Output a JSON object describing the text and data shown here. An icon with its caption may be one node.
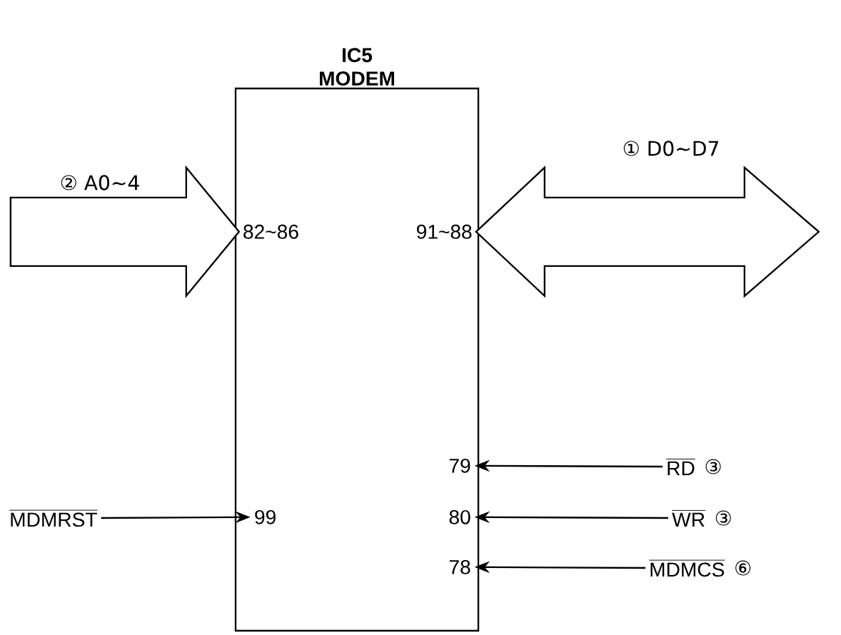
{
  "diagram": {
    "nodes": [
      {
        "text": [
          "IC5 MODEM"
        ]
      },
      {
        "text": [
          "82~86"
        ],
        "in": 0
      },
      {
        "text": [
          "91~88"
        ],
        "in": 0
      },
      {
        "text": [
          "79"
        ],
        "in": 0
      },
      {
        "text": [
          "99"
        ],
        "in": 0
      },
      {
        "text": [
          "80"
        ],
        "in": 0
      },
      {
        "text": [
          "78"
        ],
        "in": 0
      },
      {
        "text": [
          "RD"
        ],
        "beside": [
          "③"
        ]
      },
      {
        "text": [
          "MDMRST"
        ]
      },
      {
        "text": [
          "WR"
        ],
        "beside": [
          "③"
        ]
      },
      {
        "text": [
          "MDMCS"
        ],
        "beside": [
          "⑥"
        ]
      }
    ],
    "edges": [
      {
        "from": null,
        "to": 1,
        "arrow": "to",
        "style": "thick",
        "label": "② A0~4"
      },
      {
        "from": 2,
        "to": null,
        "arrow": "both",
        "style": "thick",
        "label": "① D0~D7"
      },
      {
        "from": 7,
        "to": 3,
        "arrow": "to"
      },
      {
        "from": 8,
        "to": 4,
        "arrow": "to"
      },
      {
        "from": 9,
        "to": 5,
        "arrow": "to"
      },
      {
        "from": 10,
        "to": 6,
        "arrow": "to"
      }
    ]
  }
}
